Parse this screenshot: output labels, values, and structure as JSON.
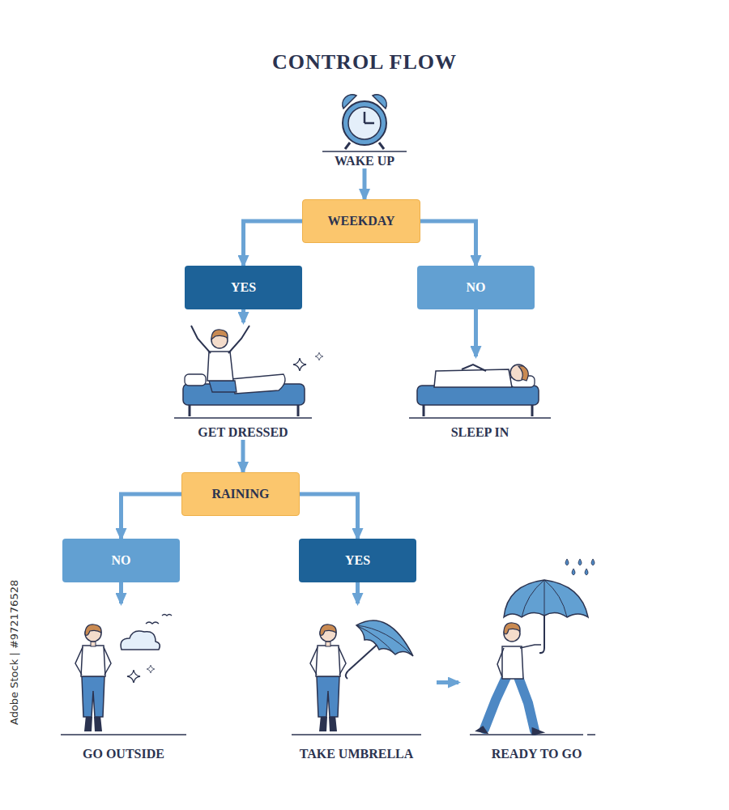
{
  "diagram": {
    "title": "CONTROL FLOW",
    "nodes": [
      {
        "text": [
          "WAKE UP"
        ]
      },
      {
        "text": [
          "WEEKDAY"
        ]
      },
      {
        "text": [
          "YES"
        ]
      },
      {
        "text": [
          "NO"
        ]
      },
      {
        "text": [
          "GET DRESSED"
        ]
      },
      {
        "text": [
          "SLEEP IN"
        ]
      },
      {
        "text": [
          "RAINING"
        ]
      },
      {
        "text": [
          "NO"
        ]
      },
      {
        "text": [
          "YES"
        ]
      },
      {
        "text": [
          "GO OUTSIDE"
        ]
      },
      {
        "text": [
          "TAKE UMBRELLA"
        ]
      },
      {
        "text": [
          "READY TO GO"
        ]
      }
    ],
    "edges": [
      {
        "from": 0,
        "to": 1,
        "arrow": "to"
      },
      {
        "from": 1,
        "to": 2,
        "arrow": "to"
      },
      {
        "from": 1,
        "to": 3,
        "arrow": "to"
      },
      {
        "from": 2,
        "to": 4,
        "arrow": "to"
      },
      {
        "from": 3,
        "to": 5,
        "arrow": "to"
      },
      {
        "from": 4,
        "to": 6,
        "arrow": "to"
      },
      {
        "from": 6,
        "to": 7,
        "arrow": "to"
      },
      {
        "from": 6,
        "to": 8,
        "arrow": "to"
      },
      {
        "from": 7,
        "to": 9,
        "arrow": "to"
      },
      {
        "from": 8,
        "to": 10,
        "arrow": "to"
      },
      {
        "from": 10,
        "to": 11,
        "arrow": "to"
      }
    ],
    "labels": [
      "Adobe Stock | #972176528"
    ]
  }
}
